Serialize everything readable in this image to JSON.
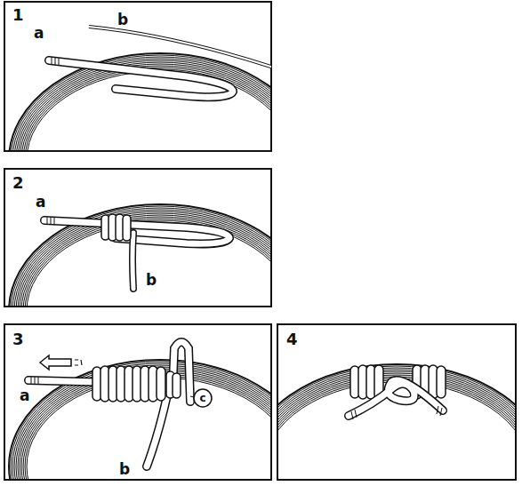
{
  "diagram": {
    "labels": [
      "1",
      "a",
      "b",
      "2",
      "a",
      "b",
      "3",
      "a",
      "b",
      "c",
      "4"
    ]
  }
}
